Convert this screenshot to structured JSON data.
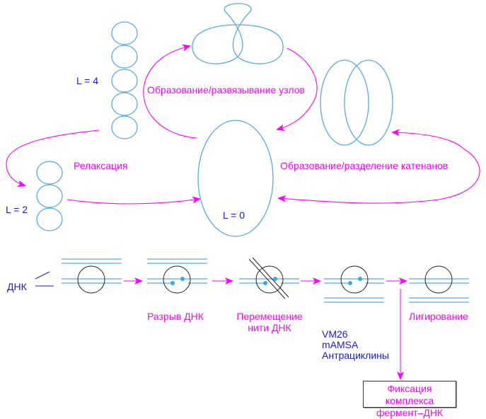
{
  "colors": {
    "dna_loop": "#5aa9e0",
    "arrow": "#ff00ff",
    "label_magenta": "#ff00ff",
    "label_blue": "#1a1adc",
    "enzyme_circle": "#222222",
    "break_dot": "#33aaee"
  },
  "top_section": {
    "supercoil_l4_label": "L = 4",
    "supercoil_l2_label": "L = 2",
    "relaxed_l0_label": "L = 0",
    "knot_label": "Образование/развязывание узлов",
    "relaxation_label": "Релаксация",
    "catenane_label": "Образование/разделение катенанов"
  },
  "bottom_section": {
    "dna_label": "ДНК",
    "steps": [
      {
        "label": ""
      },
      {
        "label": "Разрыв ДНК"
      },
      {
        "label_line1": "Перемещение",
        "label_line2": "нити ДНК"
      },
      {
        "label": ""
      },
      {
        "label": "Лигирование"
      }
    ],
    "inhibitors": [
      "VM26",
      "mAMSA",
      "Антрациклины"
    ],
    "fixation_box": {
      "line1": "Фиксация комплекса",
      "line2": "фермент–ДНК"
    }
  }
}
